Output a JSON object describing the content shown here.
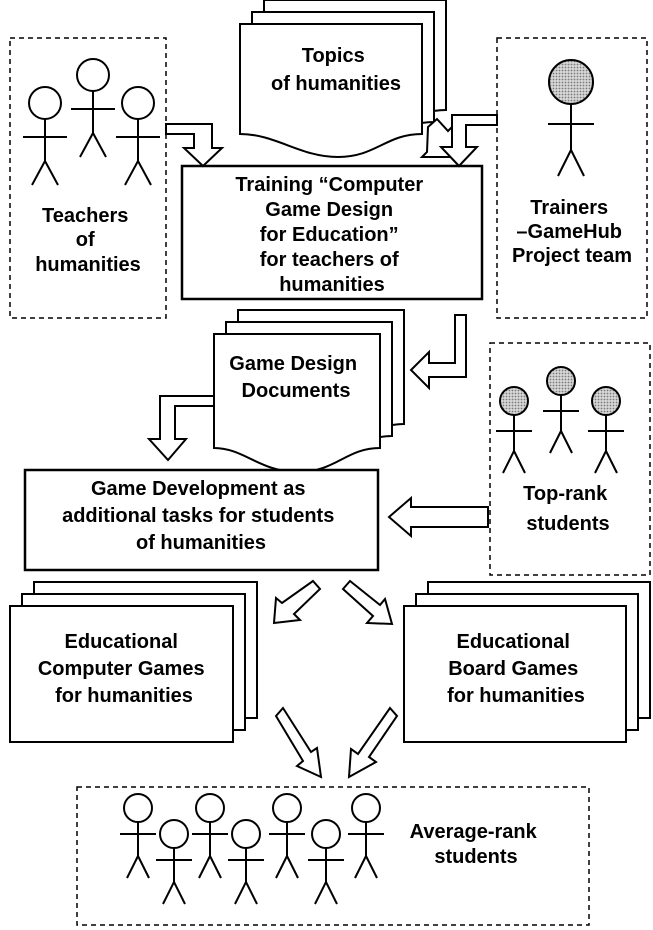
{
  "colors": {
    "ink": "#000000",
    "background": "#ffffff",
    "dotted_head": "#9a9a9a"
  },
  "teachers": {
    "lines": [
      "Teachers",
      "of",
      "humanities"
    ]
  },
  "topics": {
    "lines": [
      "Topics",
      "of humanities"
    ]
  },
  "trainers": {
    "lines": [
      "Trainers",
      "–GameHub",
      "Project team"
    ]
  },
  "training": {
    "lines": [
      "Training “Computer",
      "Game Design",
      "for Education”",
      "for teachers of",
      "humanities"
    ]
  },
  "gdd": {
    "lines": [
      "Game Design",
      "Documents"
    ]
  },
  "top_students": {
    "lines": [
      "Top-rank",
      "students"
    ]
  },
  "game_dev": {
    "lines": [
      "Game Development as",
      "additional tasks for students",
      "of humanities"
    ]
  },
  "computer_games": {
    "lines": [
      "Educational",
      "Computer Games",
      "for humanities"
    ]
  },
  "board_games": {
    "lines": [
      "Educational",
      "Board Games",
      "for humanities"
    ]
  },
  "avg_students": {
    "lines": [
      "Average-rank",
      "students"
    ]
  }
}
